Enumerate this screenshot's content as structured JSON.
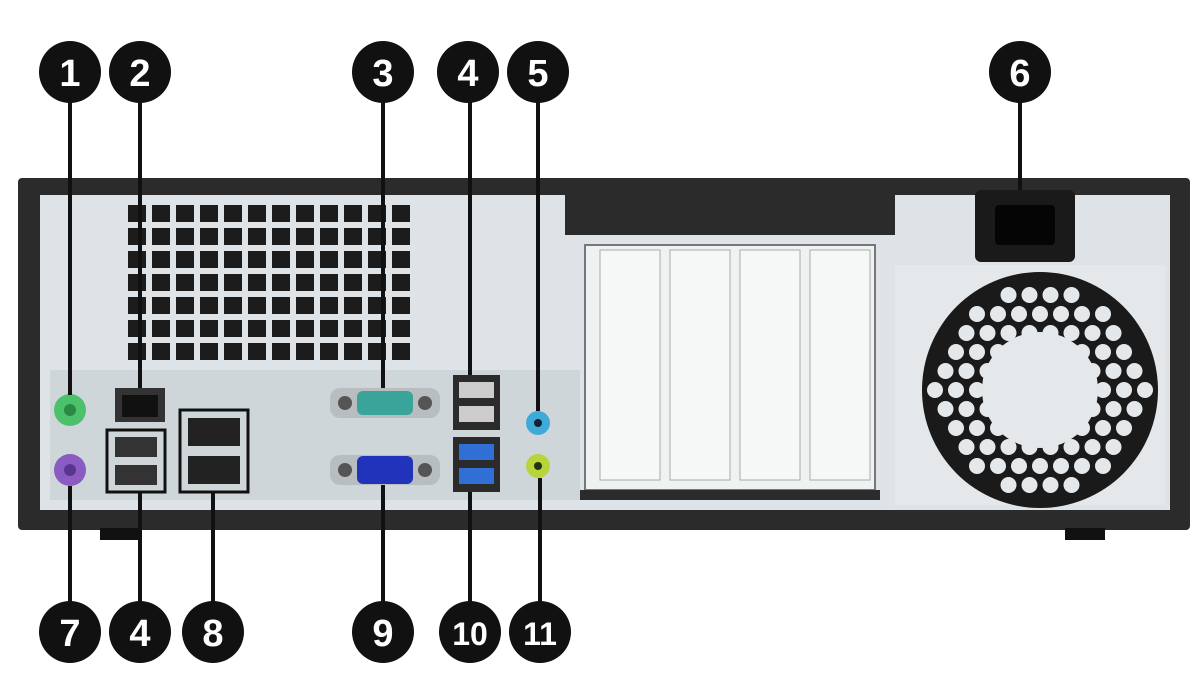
{
  "diagram": {
    "title_hidden": null,
    "callouts_top": [
      {
        "label": "1",
        "part": "ps2-mouse"
      },
      {
        "label": "2",
        "part": "rj45-network"
      },
      {
        "label": "3",
        "part": "serial-port"
      },
      {
        "label": "4",
        "part": "usb-2-ports-rear"
      },
      {
        "label": "5",
        "part": "audio-line-in"
      },
      {
        "label": "6",
        "part": "power-cord-connector"
      }
    ],
    "callouts_bottom": [
      {
        "label": "7",
        "part": "ps2-keyboard"
      },
      {
        "label": "4",
        "part": "usb-2-ports-left"
      },
      {
        "label": "8",
        "part": "displayport-connectors"
      },
      {
        "label": "9",
        "part": "vga-monitor-connector"
      },
      {
        "label": "10",
        "part": "usb-3-ports"
      },
      {
        "label": "11",
        "part": "audio-line-out"
      }
    ],
    "colors": {
      "chassis": "#2b2b2b",
      "panel": "#dde3e6",
      "ps2_mouse": "#4cc16b",
      "ps2_keyboard": "#8a5bc0",
      "serial": "#3aa39a",
      "vga": "#2233bb",
      "usb3": "#2f6fd6",
      "audio_in": "#3fa9d9",
      "audio_out": "#b9d43a"
    }
  }
}
